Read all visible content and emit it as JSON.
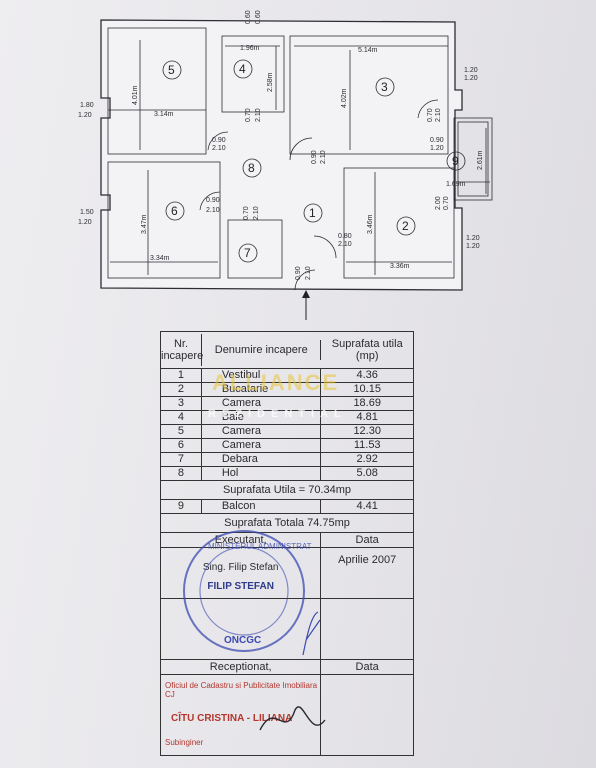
{
  "plan": {
    "dims": {
      "top_a": "0.60",
      "top_b": "0.60",
      "bath_w": "1.96m",
      "bath_h": "2.58m",
      "r3_w": "5.14m",
      "r3_h": "4.02m",
      "r5_h": "4.01m",
      "r5_w": "3.14m",
      "left_top_a": "1.80",
      "left_top_b": "1.20",
      "right_top_a": "1.20",
      "right_top_b": "1.20",
      "door_bath_a": "0.70",
      "door_bath_b": "2.10",
      "door_5_a": "0.90",
      "door_5_b": "2.10",
      "door_3_a": "0.90",
      "door_3_b": "2.10",
      "door_balc_a": "0.70",
      "door_balc_b": "2.10",
      "win_balc_a": "0.90",
      "win_balc_b": "1.20",
      "balc_h": "2.61m",
      "balc_w": "1.69m",
      "door_2_a": "2.00",
      "door_2_b": "0.70",
      "door_6_a": "0.90",
      "door_6_b": "2.10",
      "door_7_a": "0.70",
      "door_7_b": "2.10",
      "left_bot_a": "1.50",
      "left_bot_b": "1.20",
      "r6_h": "3.47m",
      "r6_w": "3.34m",
      "r2_h": "3.46m",
      "r2_w": "3.36m",
      "door_2b_a": "0.80",
      "door_2b_b": "2.10",
      "entry_a": "0.90",
      "entry_b": "2.10",
      "right_bot_a": "1.20",
      "right_bot_b": "1.20"
    },
    "rooms": [
      "1",
      "2",
      "3",
      "4",
      "5",
      "6",
      "7",
      "8",
      "9"
    ]
  },
  "table": {
    "h_nr": "Nr. incapere",
    "h_den": "Denumire incapere",
    "h_sup": "Suprafata utila (mp)",
    "rows": [
      {
        "nr": "1",
        "name": "Vestibul",
        "area": "4.36"
      },
      {
        "nr": "2",
        "name": "Bucatarie",
        "area": "10.15"
      },
      {
        "nr": "3",
        "name": "Camera",
        "area": "18.69"
      },
      {
        "nr": "4",
        "name": "Baie",
        "area": "4.81"
      },
      {
        "nr": "5",
        "name": "Camera",
        "area": "12.30"
      },
      {
        "nr": "6",
        "name": "Camera",
        "area": "11.53"
      },
      {
        "nr": "7",
        "name": "Debara",
        "area": "2.92"
      },
      {
        "nr": "8",
        "name": "Hol",
        "area": "5.08"
      }
    ],
    "sup_utila": "Suprafata Utila = 70.34mp",
    "balcon": {
      "nr": "9",
      "name": "Balcon",
      "area": "4.41"
    },
    "sup_totala": "Suprafata Totala 74.75mp",
    "executant": "Executant,",
    "data": "Data",
    "sign": "Sing. Filip Stefan",
    "date": "Aprilie 2007",
    "name_stamp": "FILIP STEFAN",
    "receptionat": "Receptionat,",
    "data2": "Data",
    "oficiul": "Oficiul de Cadastru si Publicitate Imobiliara CJ",
    "citu": "CÎTU CRISTINA - LILIANA",
    "subinginer": "Subinginer"
  },
  "watermark": {
    "brand": "ALLIANCE",
    "sub": "REZIDENTIAL"
  },
  "stamp": {
    "top": "MINISTERUL ADMINISTRATIEI PUBLICE",
    "bottom": "ONCGC"
  }
}
